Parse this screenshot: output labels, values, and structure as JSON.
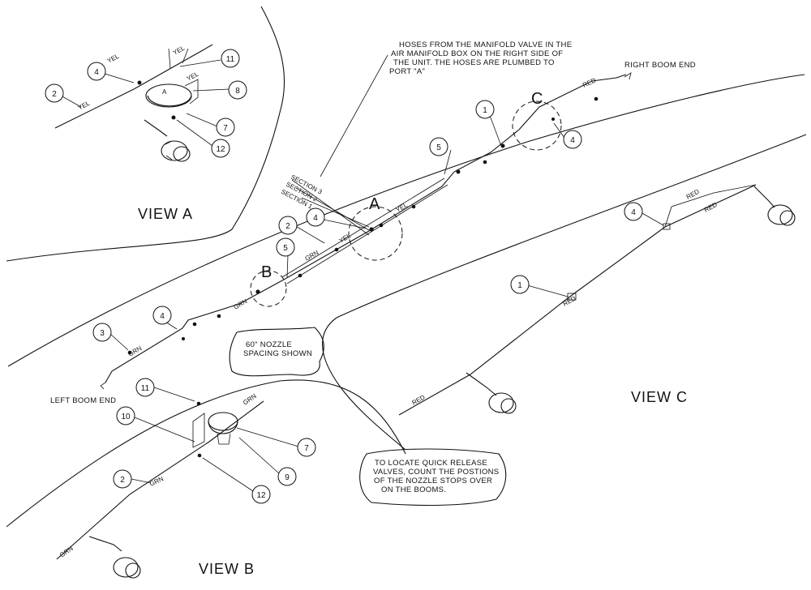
{
  "notes": {
    "hoses": [
      "HOSES FROM THE MANIFOLD VALVE IN THE",
      "AIR MANIFOLD BOX ON THE RIGHT SIDE OF",
      "THE UNIT. THE HOSES ARE PLUMBED TO",
      "PORT \"A\""
    ],
    "right_boom": "RIGHT BOOM END",
    "left_boom": "LEFT BOOM END",
    "spacing": [
      "60\" NOZZLE",
      "SPACING SHOWN"
    ],
    "locate": [
      "TO LOCATE QUICK RELEASE",
      "VALVES, COUNT THE POSTIONS",
      "OF THE NOZZLE STOPS OVER",
      "ON THE BOOMS."
    ]
  },
  "views": {
    "a": "VIEW A",
    "b": "VIEW B",
    "c": "VIEW C"
  },
  "detail_letters": {
    "a": "A",
    "b": "B",
    "c": "C"
  },
  "sections": {
    "s3": "SECTION 3",
    "s2": "SECTION 2",
    "s1": "SECTION 1"
  },
  "hose_colors": {
    "yel": "YEL",
    "grn": "GRN",
    "red": "RED",
    "a": "A"
  },
  "callouts": {
    "n1": "1",
    "n2": "2",
    "n3": "3",
    "n4": "4",
    "n5": "5",
    "n7": "7",
    "n8": "8",
    "n9": "9",
    "n10": "10",
    "n11": "11",
    "n12": "12"
  }
}
